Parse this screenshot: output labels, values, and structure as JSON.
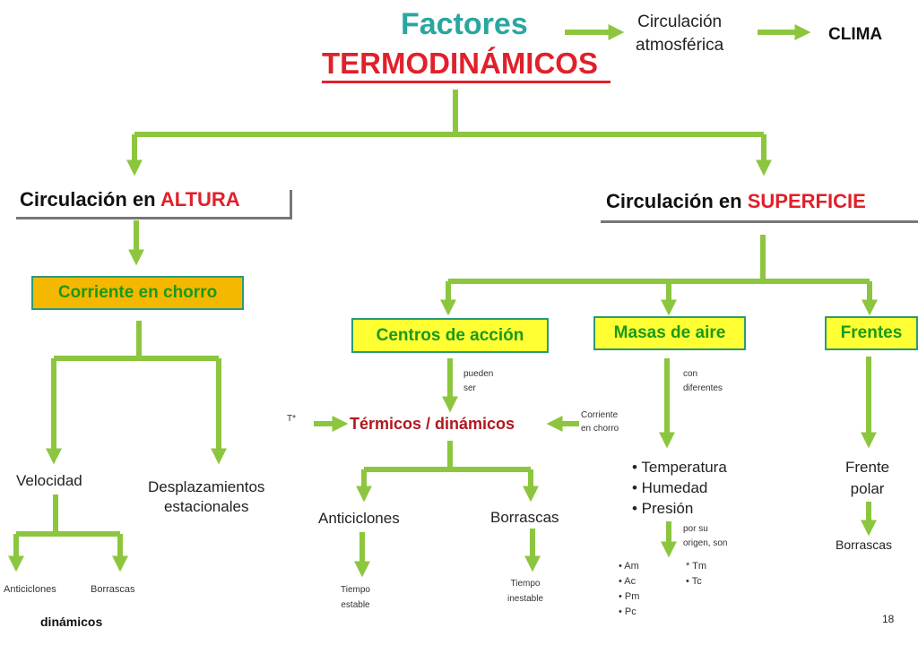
{
  "title": {
    "line1": "Factores",
    "line2": "TERMODINÁMICOS"
  },
  "top": {
    "circulacion_l1": "Circulación",
    "circulacion_l2": "atmosférica",
    "clima": "CLIMA"
  },
  "altura": {
    "prefix": "Circulación en ",
    "emphasis": "ALTURA"
  },
  "superficie": {
    "prefix": "Circulación en ",
    "emphasis": "SUPERFICIE"
  },
  "corriente": "Corriente en chorro",
  "velocidad": "Velocidad",
  "desplazamientos_l1": "Desplazamientos",
  "desplazamientos_l2": "estacionales",
  "left_anticiclones": "Anticiclones",
  "left_borrascas": "Borrascas",
  "dinamicos": "dinámicos",
  "centros": "Centros de acción",
  "pueden_l1": "pueden",
  "pueden_l2": "ser",
  "t_label": "T*",
  "termicos": "Térmicos / dinámicos",
  "corriente_small_l1": "Corriente",
  "corriente_small_l2": "en chorro",
  "anticiclones": "Anticiclones",
  "borrascas": "Borrascas",
  "tiempo_estable_l1": "Tiempo",
  "tiempo_estable_l2": "estable",
  "tiempo_inestable_l1": "Tiempo",
  "tiempo_inestable_l2": "inestable",
  "masas": "Masas de aire",
  "con_l1": "con",
  "con_l2": "diferentes",
  "props": [
    "• Temperatura",
    "• Humedad",
    "• Presión"
  ],
  "origen_l1": "por su",
  "origen_l2": "origen, son",
  "types_left": [
    "• Am",
    "• Ac",
    "• Pm",
    "• Pc"
  ],
  "types_right": [
    "* Tm",
    "• Tc"
  ],
  "frentes": "Frentes",
  "frente_polar_l1": "Frente",
  "frente_polar_l2": "polar",
  "frente_borrascas": "Borrascas",
  "page_number": "18",
  "colors": {
    "arrow": "#8cc63f",
    "teal": "#2aa6a0",
    "red": "#e0202a",
    "box_yellow": "#ffff33",
    "box_orange": "#f5b800",
    "box_text": "#1a9a1a"
  }
}
